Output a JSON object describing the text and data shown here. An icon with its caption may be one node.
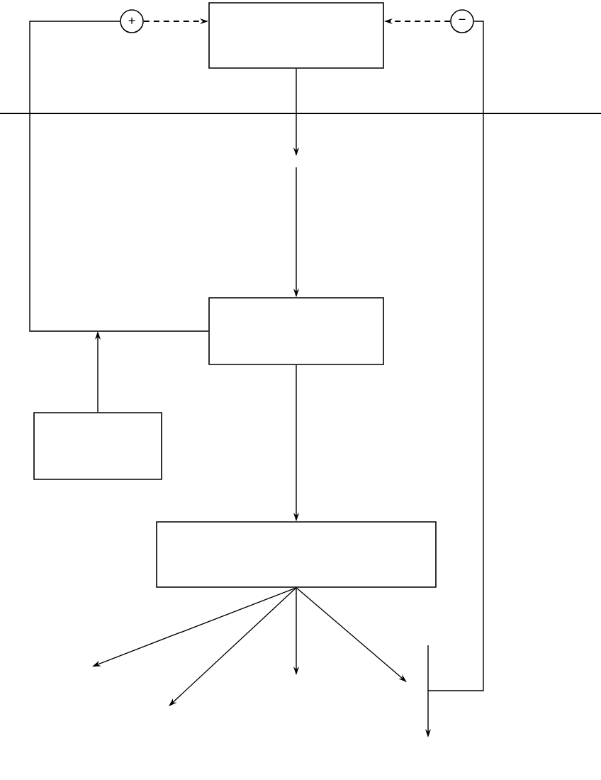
{
  "diagram": {
    "nodes": [
      {
        "text": [
          "+"
        ]
      },
      {
        "text": [],
        "shape": "box"
      },
      {
        "text": [
          "−"
        ]
      },
      {
        "text": [],
        "shape": "box"
      },
      {
        "text": [],
        "shape": "box"
      },
      {
        "text": [],
        "shape": "box"
      }
    ],
    "edges": [
      {
        "from": 0,
        "to": 1,
        "arrow": "to",
        "style": "dashed"
      },
      {
        "from": 2,
        "to": 1,
        "arrow": "to",
        "style": "dashed"
      },
      {
        "from": 1,
        "to": null,
        "arrow": "to"
      },
      {
        "from": null,
        "to": 3,
        "arrow": "to"
      },
      {
        "from": 3,
        "to": 0,
        "arrow": "none"
      },
      {
        "from": 4,
        "to": null,
        "arrow": "to"
      },
      {
        "from": 3,
        "to": 5,
        "arrow": "to"
      },
      {
        "from": 5,
        "to": null,
        "arrow": "to"
      },
      {
        "from": 5,
        "to": null,
        "arrow": "to"
      },
      {
        "from": 5,
        "to": null,
        "arrow": "to"
      },
      {
        "from": 5,
        "to": null,
        "arrow": "to"
      },
      {
        "from": 2,
        "to": null,
        "arrow": "to"
      }
    ]
  }
}
